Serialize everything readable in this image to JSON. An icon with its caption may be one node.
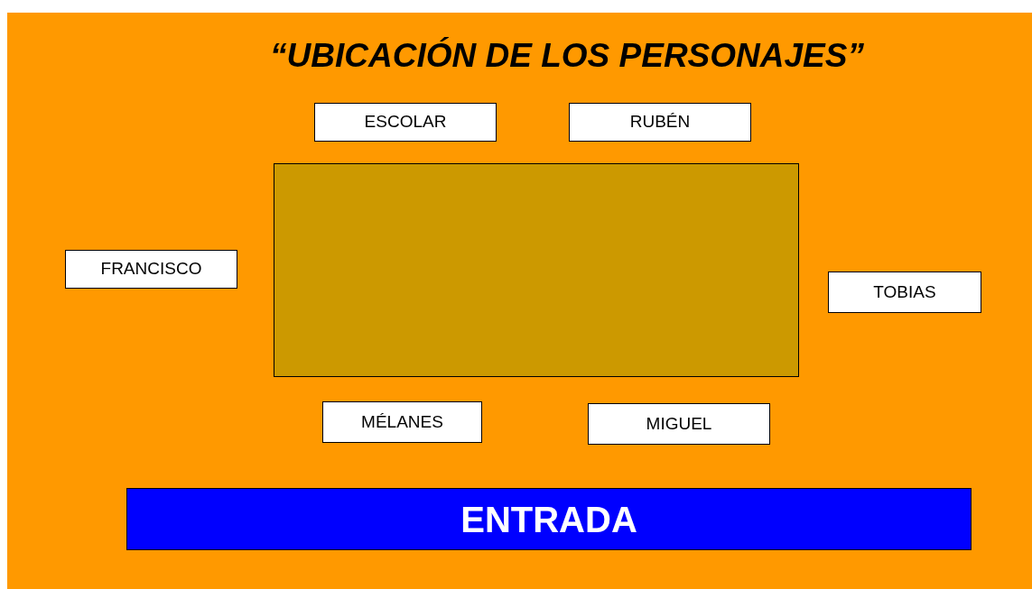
{
  "diagram": {
    "title": "“UBICACIÓN DE LOS PERSONAJES”",
    "nodes": [
      {
        "text": [
          "ESCOLAR"
        ]
      },
      {
        "text": [
          "RUBÉN"
        ]
      },
      {
        "text": [
          "FRANCISCO"
        ]
      },
      {
        "text": [],
        "shape": "box"
      },
      {
        "text": [
          "TOBIAS"
        ]
      },
      {
        "text": [
          "MÉLANES"
        ]
      },
      {
        "text": [
          "MIGUEL"
        ]
      },
      {
        "text": [
          "ENTRADA"
        ]
      }
    ]
  }
}
